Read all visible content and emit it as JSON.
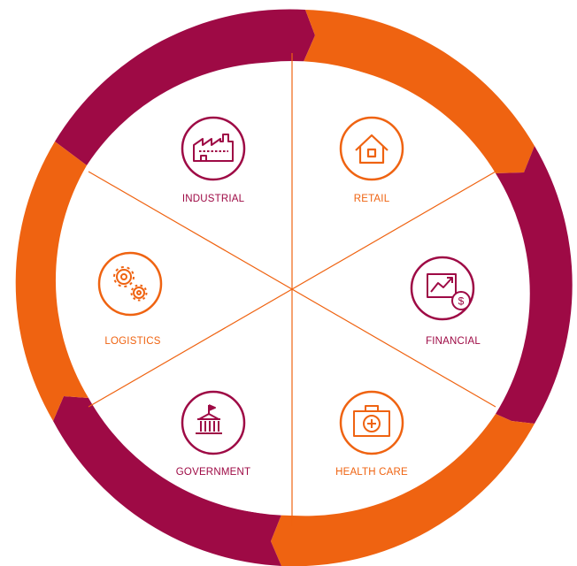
{
  "colors": {
    "magenta": "#9e0a45",
    "orange": "#ef6311",
    "divider": "#ef6311",
    "background": "#ffffff"
  },
  "segments": [
    {
      "id": "industrial",
      "label": "INDUSTRIAL",
      "icon": "factory-icon",
      "color": "#9e0a45"
    },
    {
      "id": "retail",
      "label": "RETAIL",
      "icon": "house-icon",
      "color": "#ef6311"
    },
    {
      "id": "financial",
      "label": "FINANCIAL",
      "icon": "chart-dollar-icon",
      "color": "#9e0a45"
    },
    {
      "id": "health-care",
      "label": "HEALTH CARE",
      "icon": "medical-kit-icon",
      "color": "#ef6311"
    },
    {
      "id": "government",
      "label": "GOVERNMENT",
      "icon": "government-building-icon",
      "color": "#9e0a45"
    },
    {
      "id": "logistics",
      "label": "LOGISTICS",
      "icon": "gears-icon",
      "color": "#ef6311"
    }
  ]
}
